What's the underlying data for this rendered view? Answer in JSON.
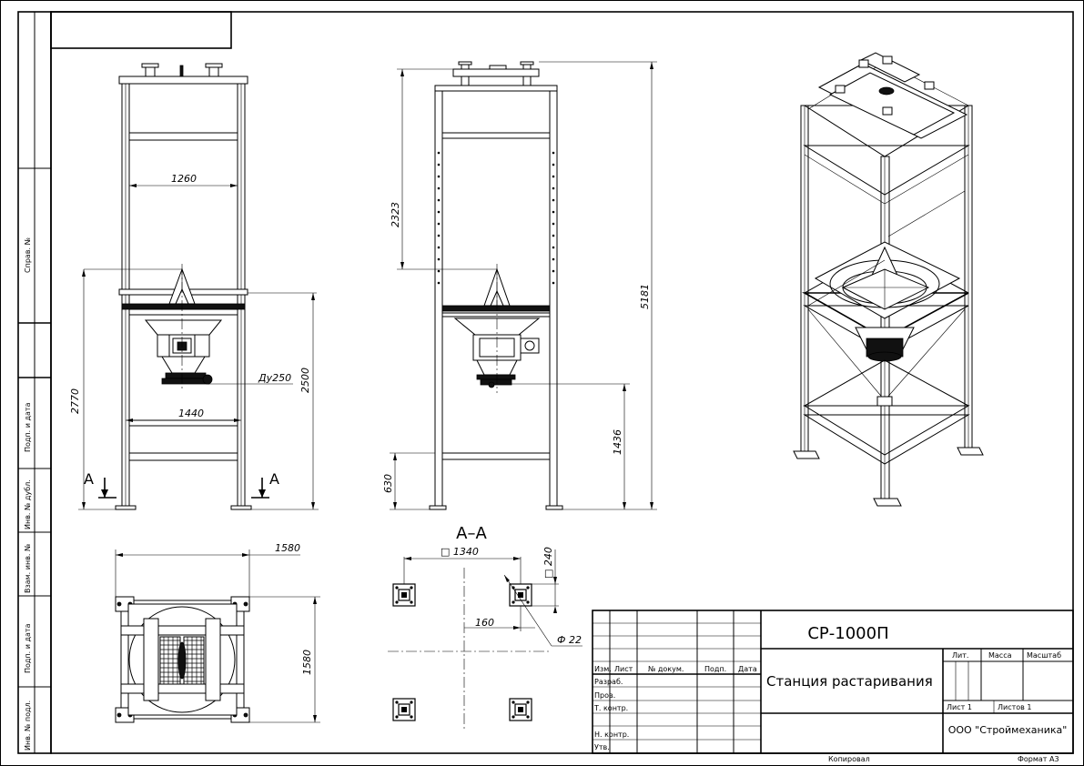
{
  "left_strip": {
    "sprav": "Справ. №",
    "podp1": "Подп. и дата",
    "inv_dubl": "Инв. № дубл.",
    "vzam": "Взам. инв. №",
    "podp2": "Подп. и дата",
    "inv_podl": "Инв. № подл."
  },
  "dimensions": {
    "front_width": "1260",
    "front_base": "1440",
    "front_height_2770": "2770",
    "front_height_2500": "2500",
    "front_du": "Ду250",
    "section_a_left": "A",
    "section_a_right": "A",
    "side_2323": "2323",
    "side_5181": "5181",
    "side_1436": "1436",
    "side_630": "630",
    "top_1580_h": "1580",
    "top_1580_v": "1580",
    "section_title": "А–А",
    "sec_1340": "□ 1340",
    "sec_240": "□ 240",
    "sec_160": "160",
    "sec_phi22": "Ф 22"
  },
  "title_block": {
    "designation": "СР-1000П",
    "name": "Станция растаривания",
    "company": "ООО \"Строймеханика\"",
    "col_izm": "Изм.",
    "col_list": "Лист",
    "col_docnum": "№ докум.",
    "col_podp": "Подп.",
    "col_data": "Дата",
    "razrab": "Разраб.",
    "prov": "Пров.",
    "tkontr": "Т. контр.",
    "nkontr": "Н. контр.",
    "utv": "Утв.",
    "lit": "Лит.",
    "massa": "Масса",
    "masshtab": "Масштаб",
    "sheet": "Лист 1",
    "sheets": "Листов 1",
    "kopiroval": "Копировал",
    "format": "Формат А3"
  }
}
